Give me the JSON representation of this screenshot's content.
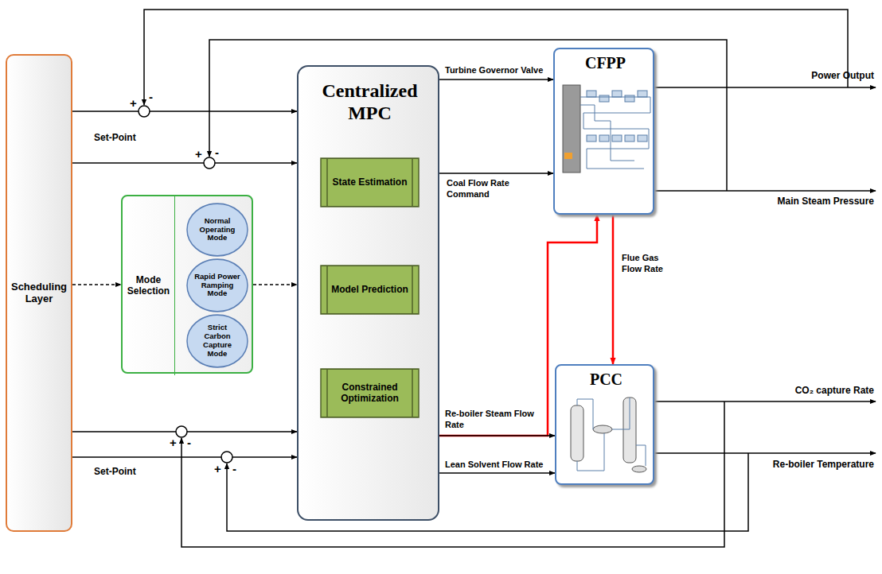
{
  "diagram": {
    "nodes": [
      {
        "text": [
          "Scheduling Layer"
        ]
      },
      {
        "text": [
          "Mode Selection"
        ]
      },
      {
        "text": [
          "Normal Operating Mode"
        ],
        "in": 1
      },
      {
        "text": [
          "Rapid Power Ramping Mode"
        ],
        "in": 1
      },
      {
        "text": [
          "Strict Carbon Capture Mode"
        ],
        "in": 1
      },
      {
        "text": [
          "Centralized MPC"
        ]
      },
      {
        "text": [
          "State Estimation"
        ],
        "in": 5
      },
      {
        "text": [
          "Model Prediction"
        ],
        "in": 5
      },
      {
        "text": [
          "Constrained Optimization"
        ],
        "in": 5
      },
      {
        "text": [
          "CFPP"
        ]
      },
      {
        "text": [
          "PCC"
        ]
      }
    ],
    "edges": [
      {
        "from": 0,
        "to": 5,
        "arrow": "to"
      },
      {
        "from": 0,
        "to": 5,
        "arrow": "to"
      },
      {
        "from": 0,
        "to": 5,
        "arrow": "to"
      },
      {
        "from": 0,
        "to": 5,
        "arrow": "to"
      },
      {
        "from": 0,
        "to": 1,
        "arrow": "to"
      },
      {
        "from": 1,
        "to": 5,
        "arrow": "to"
      },
      {
        "from": 5,
        "to": 9,
        "label": "Turbine Governor Valve",
        "arrow": "to"
      },
      {
        "from": 5,
        "to": 9,
        "label": "Coal Flow Rate Command",
        "arrow": "to"
      },
      {
        "from": 5,
        "to": 9,
        "arrow": "to"
      },
      {
        "from": 9,
        "to": 10,
        "label": "Flue Gas Flow Rate",
        "arrow": "to"
      },
      {
        "from": 5,
        "to": 10,
        "label": "Re-boiler Steam Flow Rate",
        "arrow": "to"
      },
      {
        "from": 5,
        "to": 10,
        "label": "Lean Solvent Flow Rate",
        "arrow": "to"
      }
    ],
    "labels": [
      "Set-Point",
      "Set-Point",
      "+",
      "-",
      "+",
      "-",
      "+",
      "-",
      "+",
      "-",
      "Power Output",
      "Main Steam Pressure",
      "CO₂ capture Rate",
      "Re-boiler Temperature"
    ]
  }
}
